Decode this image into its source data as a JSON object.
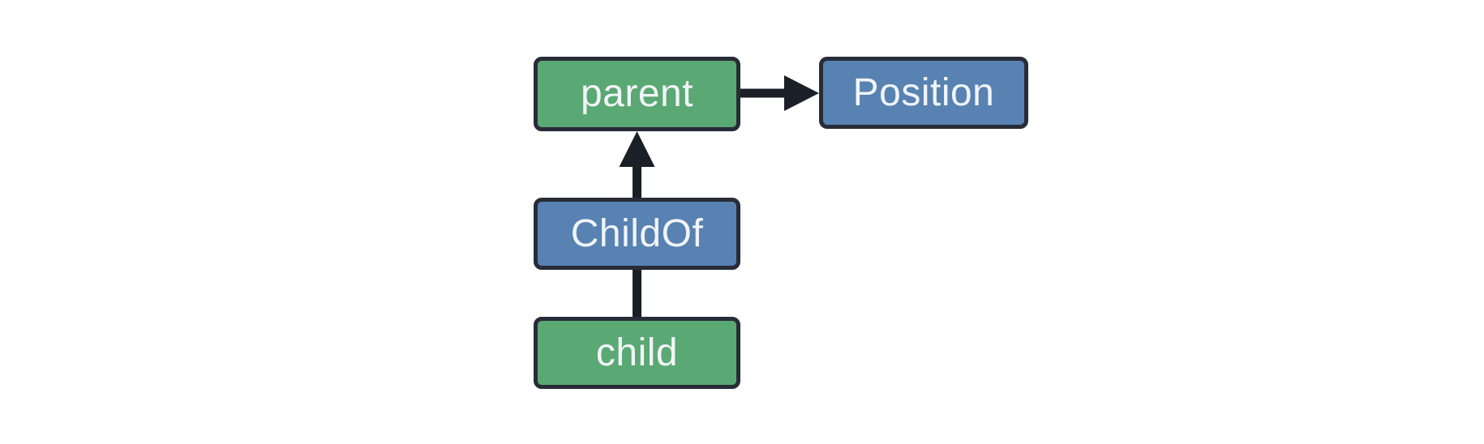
{
  "page": {
    "background_color": "#ffffff"
  },
  "diagram": {
    "colors": {
      "green": "#5aa873",
      "blue": "#5782b2",
      "border": "#272c37",
      "edge": "#1b1f27",
      "text": "#f1f4f8",
      "bg": "#ffffff"
    },
    "nodes": [
      {
        "id": "parent",
        "label": "parent",
        "fill": "green"
      },
      {
        "id": "Position",
        "label": "Position",
        "fill": "blue"
      },
      {
        "id": "ChildOf",
        "label": "ChildOf",
        "fill": "blue"
      },
      {
        "id": "child",
        "label": "child",
        "fill": "green"
      }
    ],
    "edges": [
      {
        "from": "parent",
        "to": "Position",
        "connector": "arrow"
      },
      {
        "from": "ChildOf",
        "to": "parent",
        "connector": "arrow"
      },
      {
        "from": "child",
        "to": "ChildOf",
        "connector": "line"
      }
    ]
  }
}
